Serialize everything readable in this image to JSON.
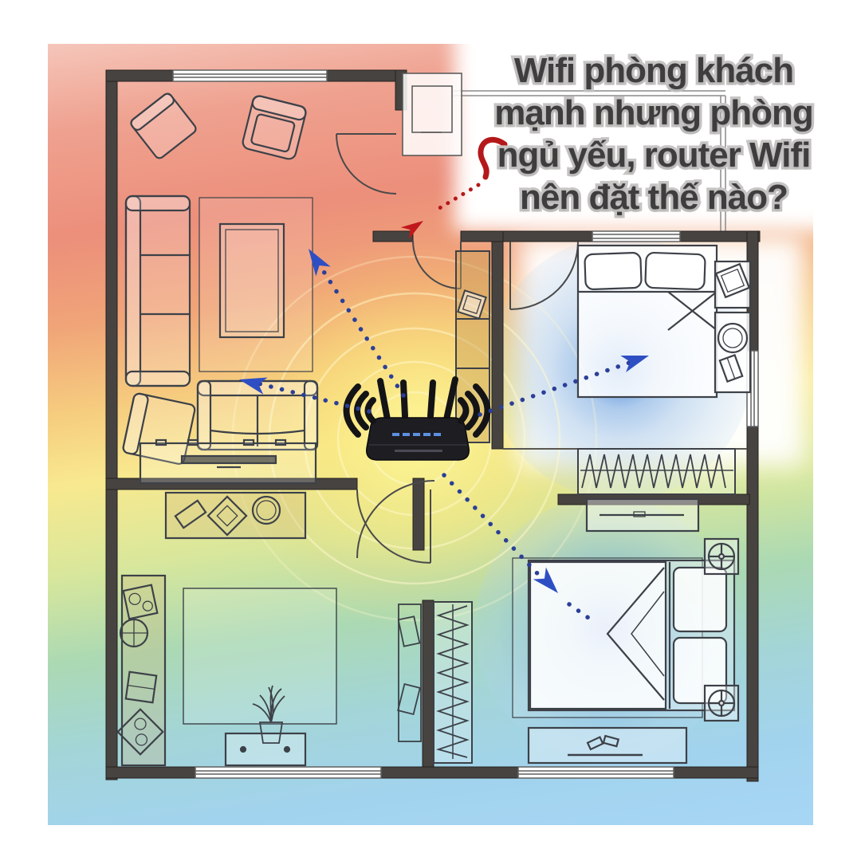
{
  "question_block": {
    "lines": [
      "Wifi phòng khách",
      "mạnh nhưng phòng",
      "ngủ yếu, router Wifi",
      "nên đặt thế nào?"
    ],
    "text_color": "#3f3e3e",
    "outline_color": "#c7c6c4"
  },
  "heatmap": {
    "strong_color": "#ec8f7b",
    "warm_color": "#f6cd7f",
    "router_glow_color": "#f8e98f",
    "medium_color": "#abd9b3",
    "low_color": "#a6d6f4",
    "weak_spot_color": "#2b6cd4"
  },
  "router": {
    "body_color": "#1d1d22",
    "led_color": "#5d8fe0",
    "antenna_count": 4
  },
  "arrows": {
    "question_arrow_color": "#b5181a",
    "signal_arrow_color": "#2e4fc4",
    "signal_dot_color": "#2c3f97"
  },
  "floorplan": {
    "wall_color": "#474340",
    "furniture_line_color": "#3d4148"
  }
}
